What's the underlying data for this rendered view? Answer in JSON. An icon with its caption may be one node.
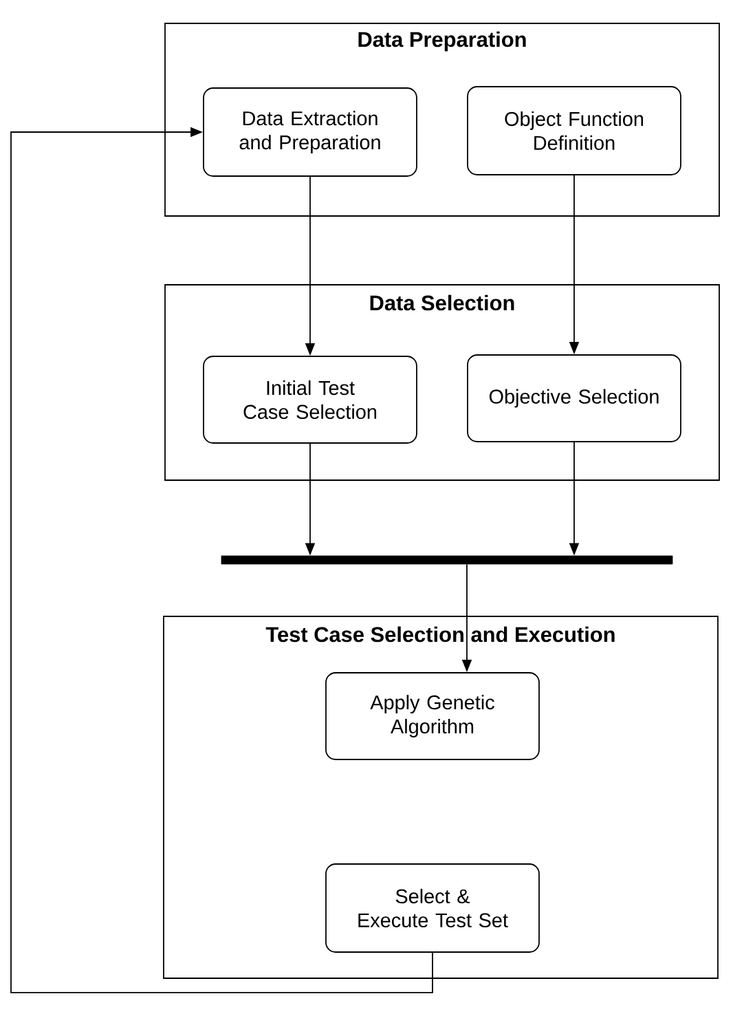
{
  "diagram": {
    "nodes": [
      {
        "text": [
          "Data Preparation"
        ]
      },
      {
        "text": [
          "Data Extraction and Preparation"
        ],
        "in": 0
      },
      {
        "text": [
          "Object Function Definition"
        ],
        "in": 0
      },
      {
        "text": [
          "Data Selection"
        ]
      },
      {
        "text": [
          "Initial Test Case Selection"
        ],
        "in": 3
      },
      {
        "text": [
          "Objective Selection"
        ],
        "in": 3
      },
      {
        "text": [],
        "shape": "bar"
      },
      {
        "text": [
          "Test Case Selection and Execution"
        ]
      },
      {
        "text": [
          "Apply Genetic Algorithm"
        ],
        "in": 7
      },
      {
        "text": [
          "Select & Execute Test Set"
        ],
        "in": 7
      }
    ],
    "edges": [
      {
        "from": 1,
        "to": 4,
        "arrow": "to"
      },
      {
        "from": 2,
        "to": 5,
        "arrow": "to"
      },
      {
        "from": 4,
        "to": 6,
        "arrow": "to"
      },
      {
        "from": 5,
        "to": 6,
        "arrow": "to"
      },
      {
        "from": 6,
        "to": 8,
        "arrow": "to"
      },
      {
        "from": 9,
        "to": 1,
        "arrow": "to"
      }
    ]
  }
}
